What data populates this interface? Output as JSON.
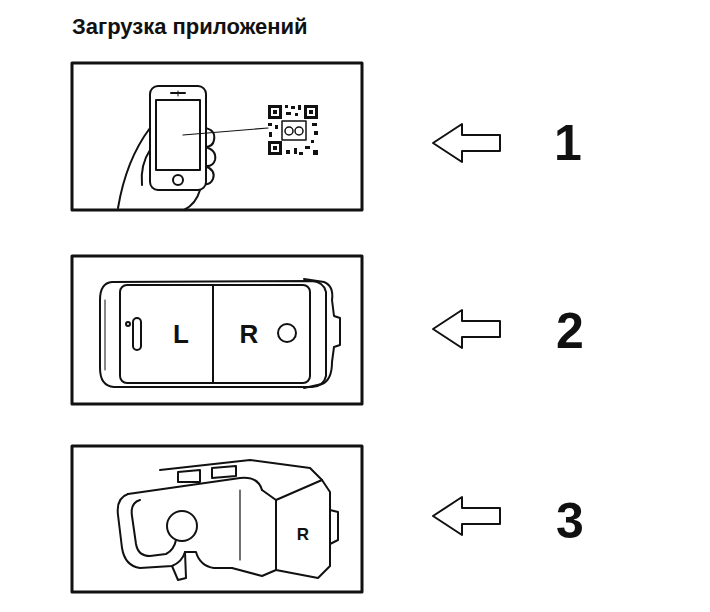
{
  "diagram": {
    "title": "Загрузка приложений",
    "labels": [
      "1",
      "L",
      "R",
      "2",
      "R",
      "3"
    ]
  }
}
